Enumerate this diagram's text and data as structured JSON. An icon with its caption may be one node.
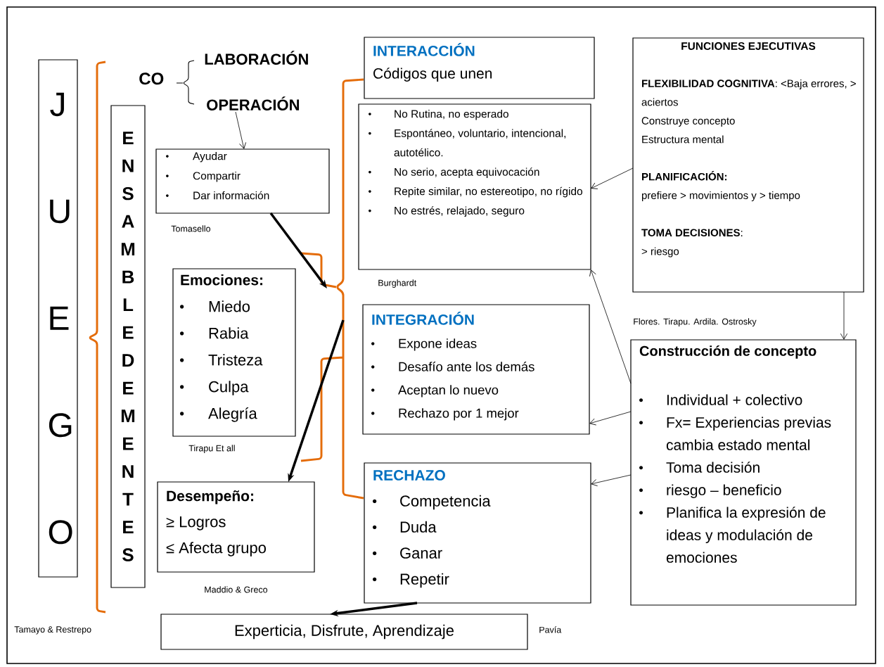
{
  "diagram": {
    "nodes": [
      {
        "text": [
          "J U E G O"
        ]
      },
      {
        "text": [
          "E N S A M B L E D E M E N T E S"
        ]
      },
      {
        "text": [
          "OPERACIÓN"
        ]
      },
      {
        "text": [
          "Ayudar",
          "Compartir",
          "Dar información"
        ],
        "beside": [
          "Tomasello"
        ]
      },
      {
        "text": [
          "Emociones:",
          "Miedo",
          "Rabia",
          "Tristeza",
          "Culpa",
          "Alegría"
        ],
        "beside": [
          "Tirapu Et all"
        ]
      },
      {
        "text": [
          "Desempeño:",
          "≥ Logros",
          "≤ Afecta grupo"
        ],
        "beside": [
          "Maddio & Greco"
        ]
      },
      {
        "text": [
          "INTERACCIÓN",
          "Códigos que unen"
        ]
      },
      {
        "text": [
          "No Rutina, no esperado",
          "Espontáneo, voluntario, intencional, autotélico.",
          "No serio, acepta equivocación",
          "Repite similar, no estereotipo, no rígido",
          "No estrés, relajado, seguro"
        ],
        "beside": [
          "Burghardt"
        ]
      },
      {
        "text": [
          "INTEGRACIÓN",
          "Expone ideas",
          "Desafío ante los demás",
          "Aceptan lo nuevo",
          "Rechazo por 1 mejor"
        ]
      },
      {
        "text": [
          "RECHAZO",
          "Competencia",
          "Duda",
          "Ganar",
          "Repetir"
        ]
      },
      {
        "text": [
          "FUNCIONES EJECUTIVAS",
          "**FLEXIBILIDAD COGNITIVA**: <Baja errores, > aciertos",
          "Construye concepto",
          "Estructura mental",
          "PLANIFICACIÓN:",
          "prefiere > movimientos y > tiempo",
          "**TOMA DECISIONES**:",
          "> riesgo"
        ]
      },
      {
        "text": [
          "Construcción de concepto",
          "Individual + colectivo",
          "Fx= Experiencias previas cambia estado mental",
          "Toma decisión",
          "riesgo – beneficio",
          "Planifica la expresión de ideas y modulación de emociones"
        ]
      },
      {
        "text": [
          "Experticia, Disfrute, Aprendizaje"
        ],
        "beside": [
          "Pavía"
        ]
      }
    ],
    "edges": [
      {
        "from": 2,
        "to": 3,
        "arrow": "to"
      },
      {
        "from": 3,
        "to": null,
        "arrow": "to",
        "style": "thick"
      },
      {
        "from": null,
        "to": 5,
        "arrow": "to",
        "style": "thick"
      },
      {
        "from": 10,
        "to": 7,
        "arrow": "to"
      },
      {
        "from": 10,
        "to": 11,
        "arrow": "to"
      },
      {
        "from": 11,
        "to": 7,
        "arrow": "to"
      },
      {
        "from": 11,
        "to": 8,
        "arrow": "to"
      },
      {
        "from": 11,
        "to": 9,
        "arrow": "to"
      },
      {
        "from": 9,
        "to": 12,
        "arrow": "to",
        "style": "thick"
      }
    ],
    "labels": [
      "CO",
      "LABORACIÓN",
      "Tamayo & Restrepo",
      "Flores. Tirapu. Ardila. Ostrosky"
    ]
  }
}
